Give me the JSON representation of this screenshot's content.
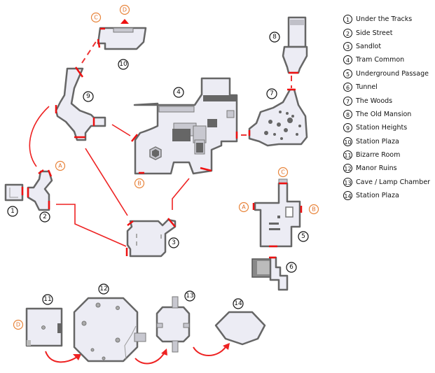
{
  "map": {
    "legend": [
      {
        "num": "1",
        "label": "Under the Tracks"
      },
      {
        "num": "2",
        "label": "Side Street"
      },
      {
        "num": "3",
        "label": "Sandlot"
      },
      {
        "num": "4",
        "label": "Tram Common"
      },
      {
        "num": "5",
        "label": "Underground Passage"
      },
      {
        "num": "6",
        "label": "Tunnel"
      },
      {
        "num": "7",
        "label": "The Woods"
      },
      {
        "num": "8",
        "label": "The Old Mansion"
      },
      {
        "num": "9",
        "label": "Station Heights"
      },
      {
        "num": "10",
        "label": "Station Plaza"
      },
      {
        "num": "11",
        "label": "Bizarre Room"
      },
      {
        "num": "12",
        "label": "Manor Ruins"
      },
      {
        "num": "13",
        "label": "Cave / Lamp Chamber"
      },
      {
        "num": "14",
        "label": "Station Plaza"
      }
    ],
    "room_numbers": {
      "r1": "1",
      "r2": "2",
      "r3": "3",
      "r4": "4",
      "r5": "5",
      "r6": "6",
      "r7": "7",
      "r8": "8",
      "r9": "9",
      "r10": "10",
      "r11": "11",
      "r12": "12",
      "r13": "13",
      "r14": "14"
    },
    "markers": {
      "a_side_street": "A",
      "a_passage": "A",
      "b_tram": "B",
      "b_passage": "B",
      "c_plaza": "C",
      "c_passage": "C",
      "d_plaza": "D",
      "d_bizarre": "D"
    },
    "colors": {
      "room_fill": "#ececf4",
      "wall": "#666666",
      "door": "#ee1111",
      "connection": "#ee2222",
      "marker": "#e8843a"
    }
  }
}
